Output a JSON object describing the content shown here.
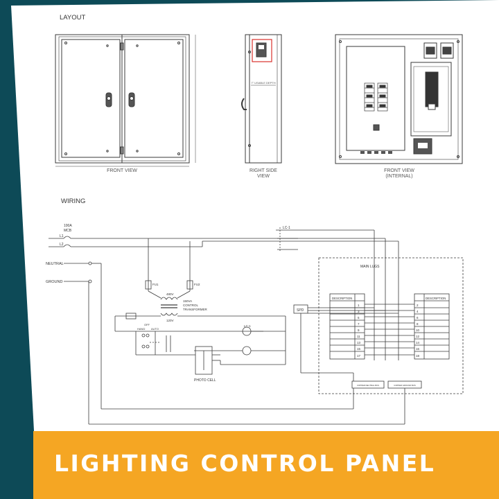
{
  "sections": {
    "layout": "LAYOUT",
    "wiring": "WIRING"
  },
  "views": {
    "front": "FRONT VIEW",
    "right_side_1": "RIGHT SIDE",
    "right_side_2": "VIEW",
    "internal_1": "FRONT VIEW",
    "internal_2": "(INTERNAL)",
    "usable_depth": "7\" USABLE DEPTH"
  },
  "wiring": {
    "mcb_1": "100A",
    "mcb_2": "MCB",
    "l1": "L1",
    "l2": "L2",
    "neutral": "NEUTRAL",
    "ground": "GROUND",
    "contactor": "LC-1",
    "fu1": "FU1",
    "fu2": "FU2",
    "v480": "480V",
    "v120": "120V",
    "transformer_1": "150VA",
    "transformer_2": "CONTROL",
    "transformer_3": "TRANSFORMER",
    "hoa_off": "OFF",
    "hoa_hand": "HAND",
    "hoa_auto": "AUTO",
    "photocell": "PHOTO CELL",
    "main_lugs": "MAIN LUGS",
    "description": "DESCRIPTION",
    "spd": "SPD",
    "neutral_bus": "COPPER NEUTRAL BUS",
    "ground_bus": "COPPER GROUND BUS",
    "left_circuits": [
      "1",
      "3",
      "5",
      "7",
      "9",
      "11",
      "13",
      "15",
      "17"
    ],
    "right_circuits": [
      "2",
      "4",
      "6",
      "8",
      "10",
      "12",
      "14",
      "16",
      "18"
    ]
  },
  "banner": {
    "title": "LIGHTING CONTROL PANEL"
  },
  "colors": {
    "frame": "#0d4a57",
    "banner": "#f5a623",
    "line": "#3a3a3a",
    "highlight": "#d9312b"
  }
}
